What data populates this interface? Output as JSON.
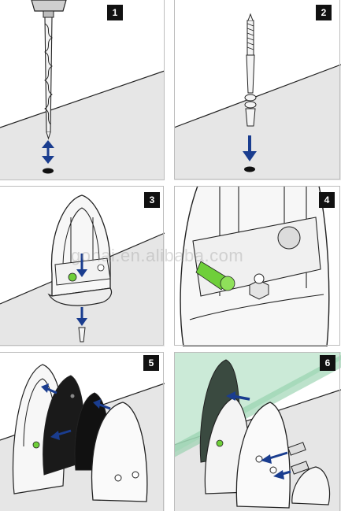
{
  "steps": [
    {
      "number": "1",
      "title": "drill-hole"
    },
    {
      "number": "2",
      "title": "insert-anchor"
    },
    {
      "number": "3",
      "title": "screw-bracket-to-wall"
    },
    {
      "number": "4",
      "title": "tighten-fixing"
    },
    {
      "number": "5",
      "title": "fit-rubber-gaskets-and-cover"
    },
    {
      "number": "6",
      "title": "insert-glass-and-fasten-screws"
    }
  ],
  "watermark": "gohai.en.alibaba.com",
  "colors": {
    "line": "#222222",
    "surface": "#d8d8d8",
    "arrow_blue": "#1a3d8f",
    "green_accent": "#6fcf3a",
    "glass_green": "#b9e3c9",
    "gasket_dark": "#1a1a1a",
    "badge_bg": "#111111"
  }
}
